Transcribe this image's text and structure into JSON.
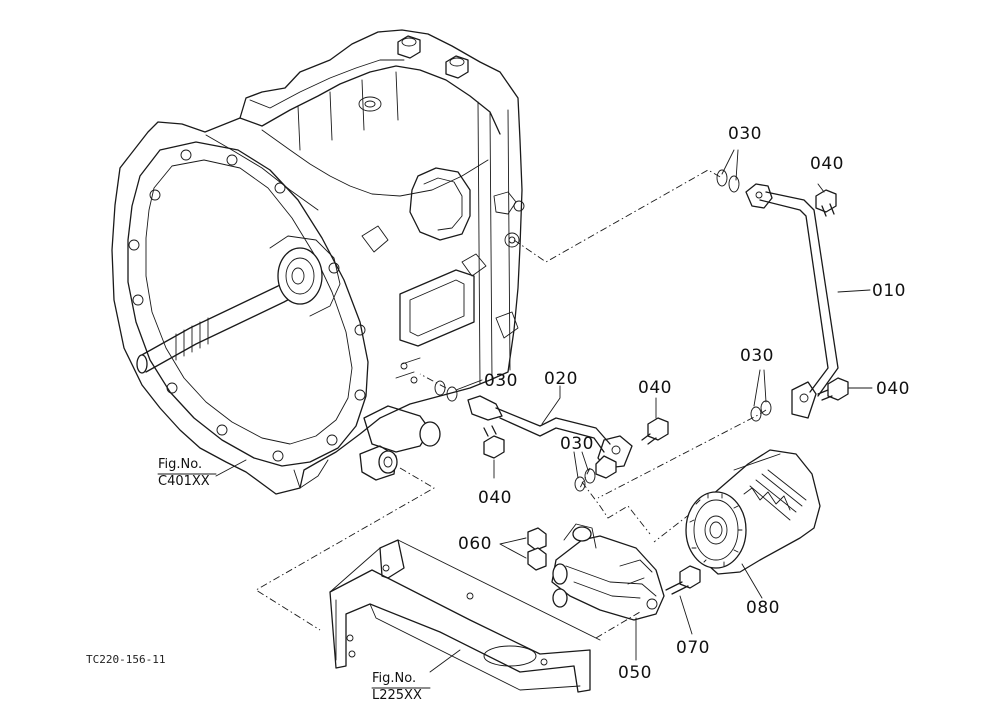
{
  "figure_ref": "TC220-156-11",
  "parts": [
    {
      "id": "p010",
      "label": "010"
    },
    {
      "id": "p020",
      "label": "020"
    },
    {
      "id": "p030a",
      "label": "030"
    },
    {
      "id": "p030b",
      "label": "030"
    },
    {
      "id": "p030c",
      "label": "030"
    },
    {
      "id": "p030d",
      "label": "030"
    },
    {
      "id": "p040a",
      "label": "040"
    },
    {
      "id": "p040b",
      "label": "040"
    },
    {
      "id": "p040c",
      "label": "040"
    },
    {
      "id": "p040d",
      "label": "040"
    },
    {
      "id": "p050",
      "label": "050"
    },
    {
      "id": "p060",
      "label": "060"
    },
    {
      "id": "p070",
      "label": "070"
    },
    {
      "id": "p080",
      "label": "080"
    }
  ],
  "cross_refs": [
    {
      "line1": "Fig.No.",
      "line2": "C401XX"
    },
    {
      "line1": "Fig.No.",
      "line2": "L225XX"
    }
  ]
}
